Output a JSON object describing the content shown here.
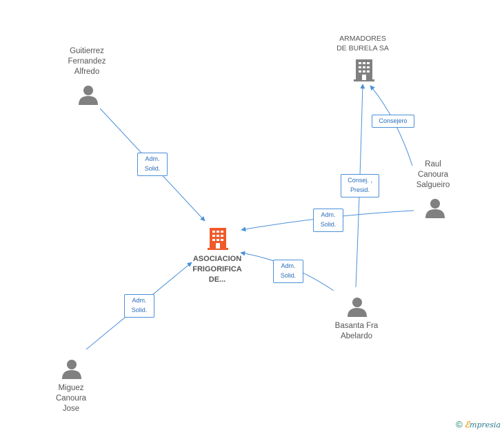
{
  "nodes": {
    "main": {
      "label": "ASOCIACION\nFRIGORIFICA\nDE...",
      "type": "company",
      "color": "#f05a2b"
    },
    "armadores": {
      "label": "ARMADORES\nDE BURELA SA",
      "type": "company",
      "color": "#808080"
    },
    "guitierrez": {
      "label": "Guitierrez\nFernandez\nAlfredo",
      "type": "person"
    },
    "raul": {
      "label": "Raul\nCanoura\nSalgueiro",
      "type": "person"
    },
    "basanta": {
      "label": "Basanta Fra\nAbelardo",
      "type": "person"
    },
    "miguez": {
      "label": "Miguez\nCanoura\nJose",
      "type": "person"
    }
  },
  "relations": {
    "guitierrez_main": "Adm.\nSolid.",
    "raul_main": "Adm.\nSolid.",
    "basanta_main": "Adm.\nSolid.",
    "miguez_main": "Adm.\nSolid.",
    "basanta_armadores": "Consej. ,\nPresid.",
    "raul_armadores": "Consejero"
  },
  "footer": {
    "copyright": "©",
    "brand_first": "ℰ",
    "brand_rest": "mpresia"
  },
  "colors": {
    "edge": "#4a90d9",
    "person_icon": "#808080",
    "main_company": "#f05a2b",
    "other_company": "#808080"
  }
}
